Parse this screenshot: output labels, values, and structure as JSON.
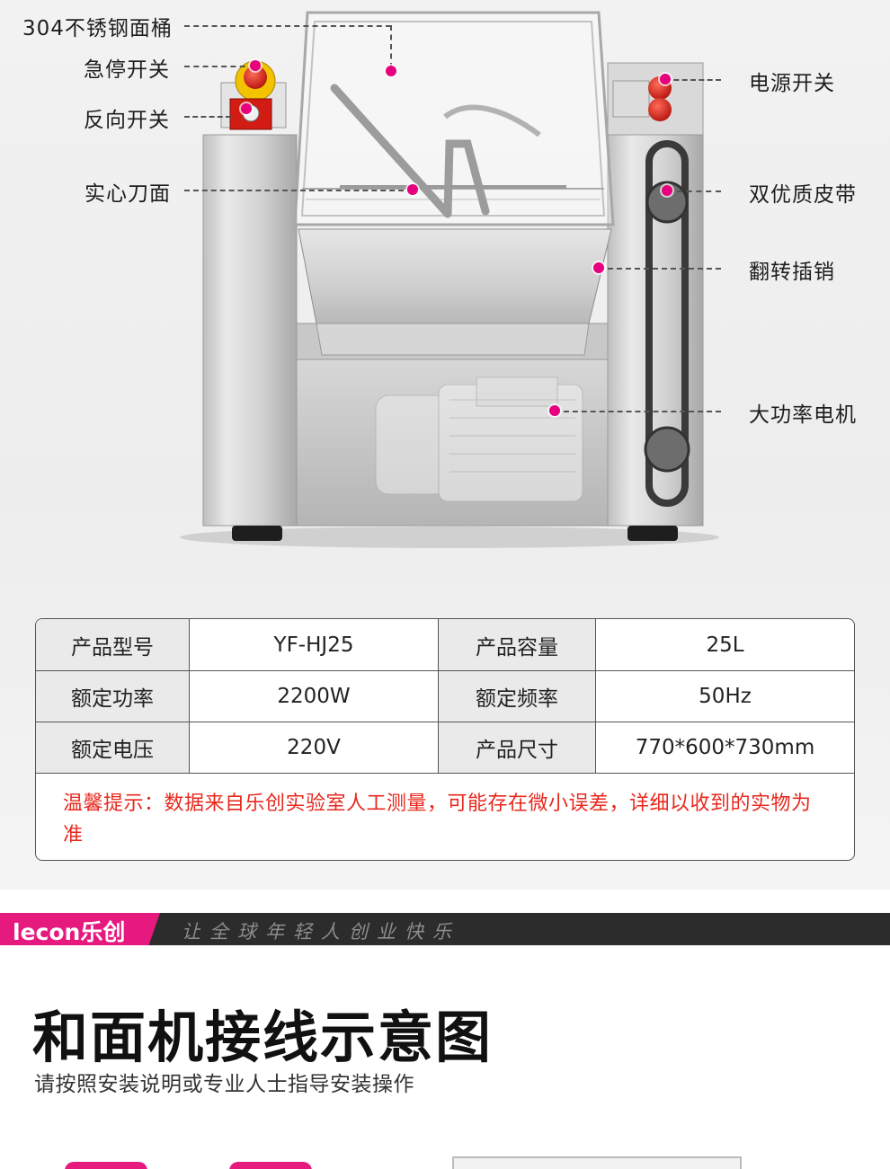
{
  "callouts": {
    "barrel": "304不锈钢面桶",
    "emergency_stop": "急停开关",
    "reverse_switch": "反向开关",
    "blade": "实心刀面",
    "power_switch": "电源开关",
    "belt": "双优质皮带",
    "flip_pin": "翻转插销",
    "motor": "大功率电机"
  },
  "spec_table": {
    "rows": [
      [
        "产品型号",
        "YF-HJ25",
        "产品容量",
        "25L"
      ],
      [
        "额定功率",
        "2200W",
        "额定频率",
        "50Hz"
      ],
      [
        "额定电压",
        "220V",
        "产品尺寸",
        "770*600*730mm"
      ]
    ],
    "note": "温馨提示：数据来自乐创实验室人工测量，可能存在微小误差，详细以收到的实物为准"
  },
  "brand": {
    "logo": "lecon乐创",
    "slogan": "让全球年轻人创业快乐"
  },
  "section": {
    "title": "和面机接线示意图",
    "subtitle": "请按照安装说明或专业人士指导安装操作"
  },
  "colors": {
    "accent": "#e6197f",
    "note_red": "#e8281d",
    "brand_bar": "#2c2c2c"
  }
}
